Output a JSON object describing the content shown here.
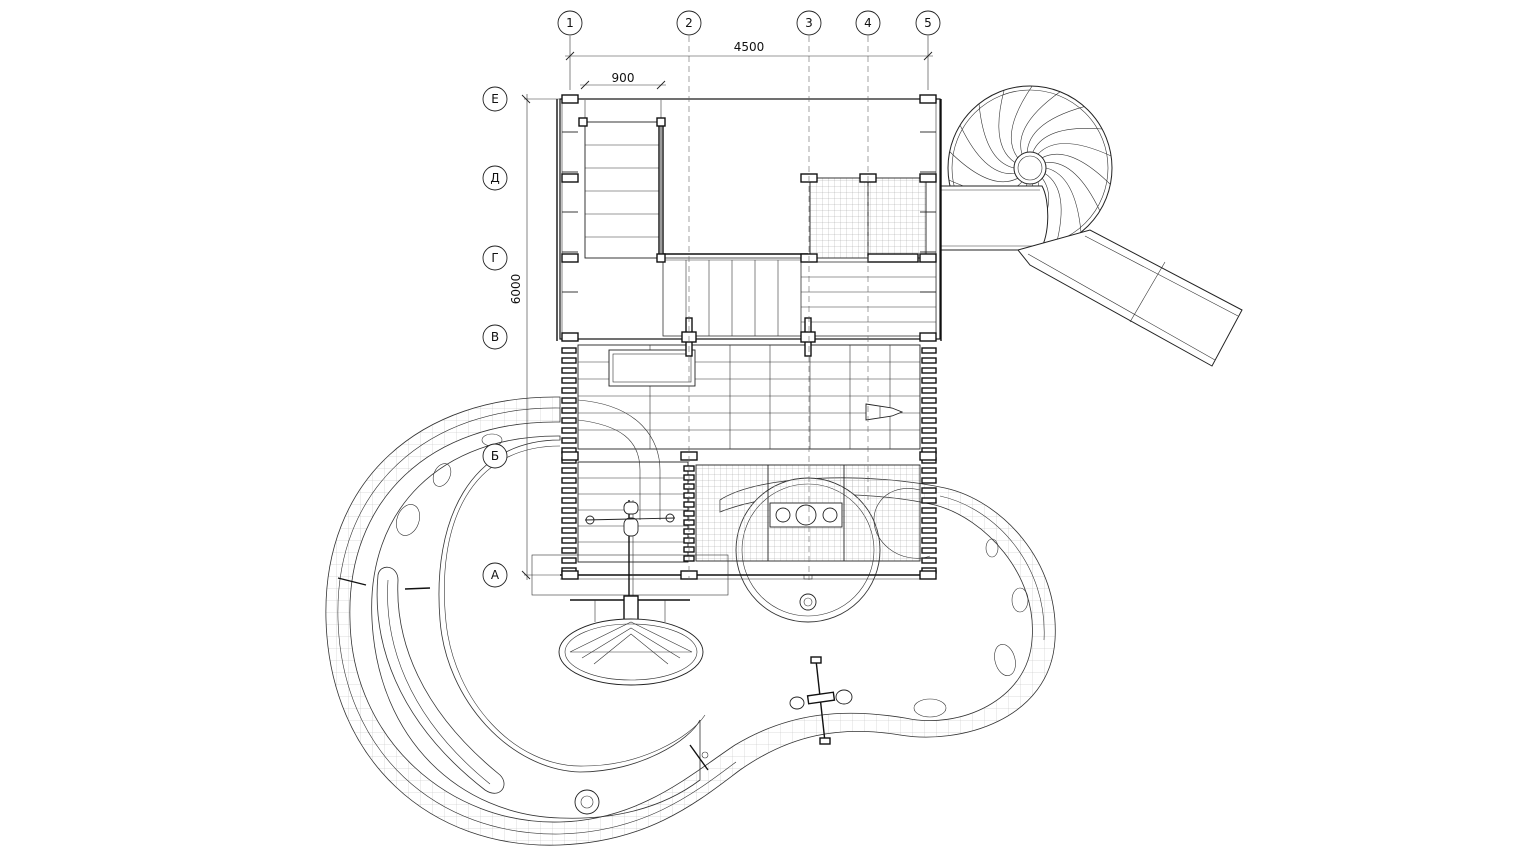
{
  "axes": {
    "numbered": [
      "1",
      "2",
      "3",
      "4",
      "5"
    ],
    "lettered": [
      "Е",
      "Д",
      "Г",
      "В",
      "Б",
      "А"
    ]
  },
  "dimensions": {
    "overall_width": "4500",
    "overall_depth": "6000",
    "stair_width": "900"
  },
  "colors": {
    "line": "#222222",
    "background": "#ffffff"
  }
}
